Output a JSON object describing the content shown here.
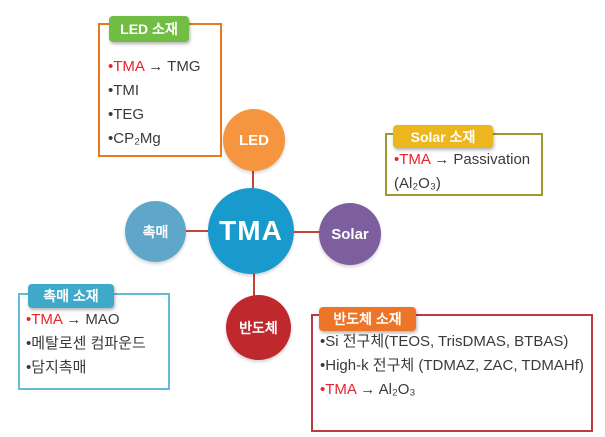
{
  "canvas": {
    "background": "#FFFFFF"
  },
  "diagram": {
    "center_node": {
      "label": "TMA",
      "color": "#189ACD"
    },
    "satellite_nodes": [
      {
        "id": "led",
        "label": "LED",
        "color": "#F5953F"
      },
      {
        "id": "solar",
        "label": "Solar",
        "color": "#7D5FA0"
      },
      {
        "id": "catalyst",
        "label": "촉매",
        "color": "#5EA7C9"
      },
      {
        "id": "semiconductor",
        "label": "반도체",
        "color": "#BF282C"
      }
    ],
    "connector_color": "#C9423A"
  },
  "callouts": {
    "led": {
      "title": "LED 소재",
      "header_color": "#72BE44",
      "border_color": "#E8791F",
      "items": [
        {
          "red": "•TMA",
          "text": " → TMG"
        },
        {
          "red": "",
          "text": "•TMI"
        },
        {
          "red": "",
          "text": "•TEG"
        },
        {
          "red": "",
          "text": "•CP₂Mg"
        }
      ]
    },
    "solar": {
      "title": "Solar 소재",
      "header_color": "#EBB71C",
      "border_color": "#9A9A33",
      "items": [
        {
          "red": "•TMA",
          "text": " → Passivation"
        },
        {
          "red": "",
          "text": "(Al₂O₃)"
        }
      ]
    },
    "catalyst": {
      "title": "촉매 소재",
      "header_color": "#3EA9C8",
      "border_color": "#66BBD6",
      "items": [
        {
          "red": "•TMA",
          "text": " → MAO"
        },
        {
          "red": "",
          "text": "•메탈로센 컴파운드"
        },
        {
          "red": "",
          "text": "•담지촉매"
        }
      ]
    },
    "semiconductor": {
      "title": "반도체 소재",
      "header_color": "#EE7428",
      "border_color": "#BE3B43",
      "items": [
        {
          "red": "",
          "text": "•Si 전구체(TEOS, TrisDMAS, BTBAS)"
        },
        {
          "red": "",
          "text": "•High-k 전구체 (TDMAZ, ZAC, TDMAHf)"
        },
        {
          "red": "•TMA",
          "text": " → Al₂O₃"
        }
      ]
    }
  },
  "text_colors": {
    "highlight": "#E8232B",
    "body": "#3A3A3A"
  }
}
